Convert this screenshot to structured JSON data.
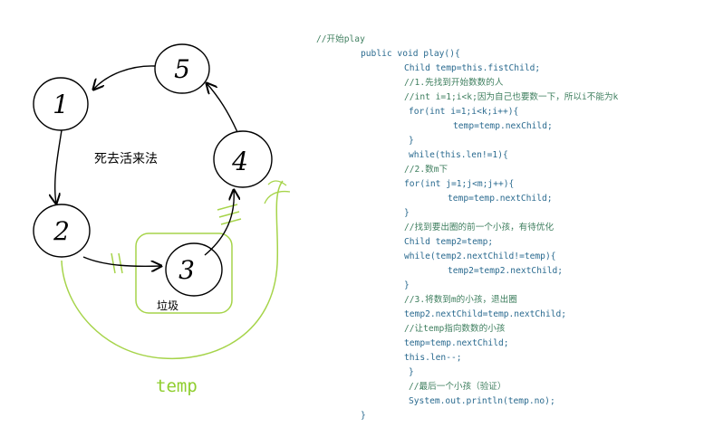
{
  "diagram": {
    "nodes": [
      "1",
      "2",
      "3",
      "4",
      "5"
    ],
    "label_method": "死去活来法",
    "label_garbage": "垃圾",
    "label_temp": "temp",
    "colors": {
      "ink": "#000000",
      "highlight": "#a6d44a",
      "temp_text": "#8fce2e"
    }
  },
  "code": {
    "colors": {
      "comment": "#3f7f5f",
      "code": "#2a6a8f"
    },
    "lines": [
      {
        "text": "//开始play",
        "kind": "comment"
      },
      {
        "text": "public void play(){",
        "kind": "code"
      },
      {
        "text": "Child temp=this.fistChild;",
        "kind": "code"
      },
      {
        "text": "//1.先找到开始数数的人",
        "kind": "comment"
      },
      {
        "text": "//int i=1;i<k;因为自己也要数一下，所以i不能为k",
        "kind": "comment"
      },
      {
        "text": "for(int i=1;i<k;i++){",
        "kind": "code"
      },
      {
        "text": "temp=temp.nexChild;",
        "kind": "code"
      },
      {
        "text": "}",
        "kind": "code"
      },
      {
        "text": "while(this.len!=1){",
        "kind": "code"
      },
      {
        "text": "//2.数m下",
        "kind": "comment"
      },
      {
        "text": "for(int j=1;j<m;j++){",
        "kind": "code"
      },
      {
        "text": "temp=temp.nextChild;",
        "kind": "code"
      },
      {
        "text": "}",
        "kind": "code"
      },
      {
        "text": "//找到要出圈的前一个小孩，有待优化",
        "kind": "comment"
      },
      {
        "text": "Child temp2=temp;",
        "kind": "code"
      },
      {
        "text": "while(temp2.nextChild!=temp){",
        "kind": "code"
      },
      {
        "text": "temp2=temp2.nextChild;",
        "kind": "code"
      },
      {
        "text": "}",
        "kind": "code"
      },
      {
        "text": "//3.将数到m的小孩，退出圈",
        "kind": "comment"
      },
      {
        "text": "temp2.nextChild=temp.nextChild;",
        "kind": "code"
      },
      {
        "text": "//让temp指向数数的小孩",
        "kind": "comment"
      },
      {
        "text": "temp=temp.nextChild;",
        "kind": "code"
      },
      {
        "text": "this.len--;",
        "kind": "code"
      },
      {
        "text": "}",
        "kind": "code"
      },
      {
        "text": "//最后一个小孩（验证）",
        "kind": "comment"
      },
      {
        "text": "System.out.println(temp.no);",
        "kind": "code"
      },
      {
        "text": "}",
        "kind": "code"
      }
    ]
  }
}
